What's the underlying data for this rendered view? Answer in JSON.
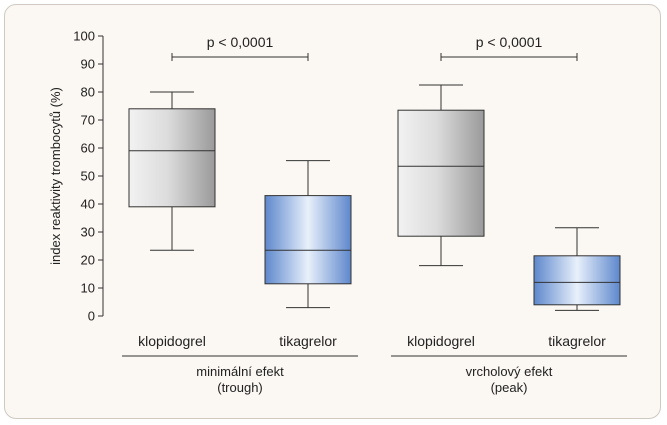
{
  "colors": {
    "panel_bg": "#fbf7f2",
    "panel_border": "#cfc9c2",
    "klopidogrel_fill_light": "#f2f2f2",
    "klopidogrel_fill_dark": "#9a9a9a",
    "tikagrelor_fill_light": "#e8f0fb",
    "tikagrelor_fill_dark": "#5e88cc"
  },
  "chart_data": {
    "type": "boxplot",
    "ylabel": "index reaktivity trombocytů (%)",
    "ylim": [
      0,
      100
    ],
    "yticks": [
      0,
      10,
      20,
      30,
      40,
      50,
      60,
      70,
      80,
      90,
      100
    ],
    "groups": [
      {
        "label_line1": "minimální efekt",
        "label_line2": "(trough)",
        "annotation": "p < 0,0001",
        "boxes": [
          {
            "name": "klopidogrel",
            "style": "gray",
            "min": 23.5,
            "q1": 39,
            "median": 59,
            "q3": 74,
            "max": 80
          },
          {
            "name": "tikagrelor",
            "style": "blue",
            "min": 3,
            "q1": 11.5,
            "median": 23.5,
            "q3": 43,
            "max": 55.5
          }
        ]
      },
      {
        "label_line1": "vrcholový efekt",
        "label_line2": "(peak)",
        "annotation": "p < 0,0001",
        "boxes": [
          {
            "name": "klopidogrel",
            "style": "gray",
            "min": 18,
            "q1": 28.5,
            "median": 53.5,
            "q3": 73.5,
            "max": 82.5
          },
          {
            "name": "tikagrelor",
            "style": "blue",
            "min": 2,
            "q1": 4,
            "median": 12,
            "q3": 21.5,
            "max": 31.5
          }
        ]
      }
    ]
  }
}
